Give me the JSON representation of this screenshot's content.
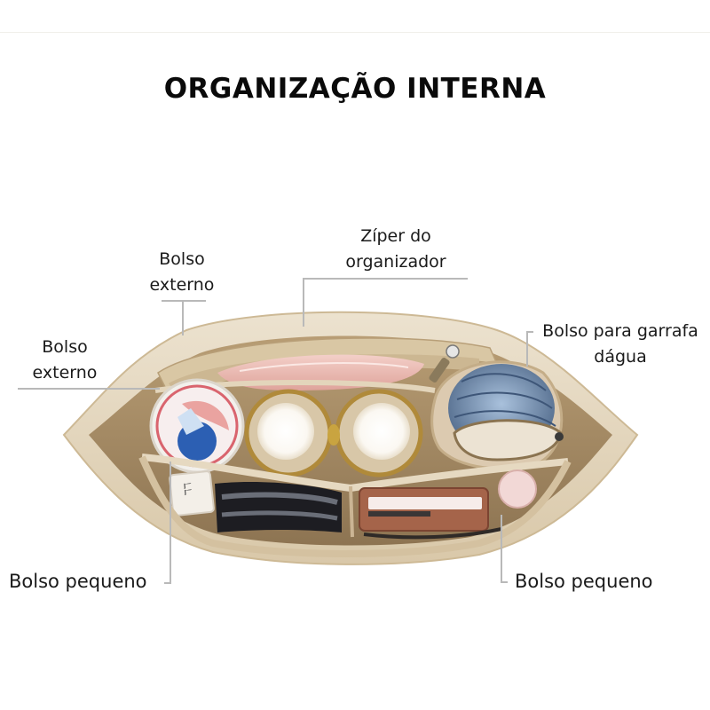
{
  "page": {
    "title": "ORGANIZAÇÃO INTERNA"
  },
  "callouts": {
    "zipper": {
      "line1": "Zíper do",
      "line2": "organizador"
    },
    "outer_pocket_top": {
      "line1": "Bolso",
      "line2": "externo"
    },
    "outer_pocket_left": {
      "line1": "Bolso",
      "line2": "externo"
    },
    "bottle_pocket": {
      "line1": "Bolso para garrafa",
      "line2": "dágua"
    },
    "small_pocket_left": {
      "label": "Bolso pequeno"
    },
    "small_pocket_right": {
      "label": "Bolso pequeno"
    }
  },
  "colors": {
    "felt_light": "#e8dcc6",
    "felt_mid": "#d6c4a4",
    "felt_shadow": "#a8906c",
    "pink_pouch": "#eab8b2",
    "blue_cloth": "#8ea8c8",
    "gold": "#b58a2a",
    "leader_line": "#b9b9b9"
  }
}
